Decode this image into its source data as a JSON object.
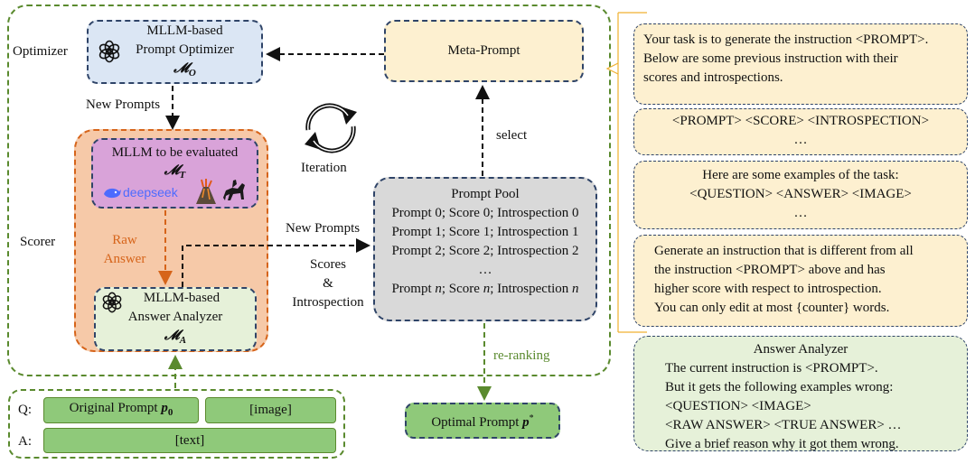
{
  "colors": {
    "green_dash": "#5a8a2e",
    "navy_dash": "#2f4468",
    "blue_fill": "#dbe6f4",
    "yellow_fill": "#fdf0d0",
    "orange_fill": "#f6c9a8",
    "orange_border": "#d6641a",
    "purple_fill": "#d9a3d9",
    "light_green_fill": "#e6f1d9",
    "gray_fill": "#d9d9d9",
    "green_fill": "#8fc97a",
    "raw_answer_text": "#d6641a",
    "reranking_text": "#5a8a2e"
  },
  "labels": {
    "optimizer": "Optimizer",
    "scorer": "Scorer",
    "new_prompts_top": "New Prompts",
    "new_prompts_mid": "New Prompts",
    "iteration": "Iteration",
    "select": "select",
    "raw_answer": [
      "Raw",
      "Answer"
    ],
    "scores_intro": [
      "Scores",
      "&",
      "Introspection"
    ],
    "reranking": "re-ranking",
    "q": "Q:",
    "a": "A:"
  },
  "optimizer_box": {
    "line1": "MLLM-based",
    "line2": "Prompt Optimizer",
    "symbol": "𝓜",
    "subscript": "O",
    "icon": "openai-icon"
  },
  "meta_prompt": {
    "label": "Meta-Prompt"
  },
  "eval_box": {
    "line1": "MLLM to be evaluated",
    "symbol": "𝓜",
    "subscript": "T",
    "logo_text": "deepseek",
    "icons": [
      "deepseek-whale-icon",
      "volcano-icon",
      "horse-rider-icon"
    ]
  },
  "analyzer_box": {
    "line1": "MLLM-based",
    "line2": "Answer Analyzer",
    "symbol": "𝓜",
    "subscript": "A",
    "icon": "openai-icon"
  },
  "prompt_pool": {
    "title": "Prompt Pool",
    "rows": [
      "Prompt 0; Score 0; Introspection 0",
      "Prompt 1; Score 1; Introspection 1",
      "Prompt 2; Score 2; Introspection 2",
      "…"
    ],
    "last_row": [
      "Prompt ",
      "n",
      "; Score ",
      "n",
      "; Introspection ",
      "n"
    ]
  },
  "input_box": {
    "original_prompt": "Original Prompt ",
    "original_prompt_sym": "p",
    "original_prompt_sub": "0",
    "image": "[image]",
    "text": "[text]"
  },
  "optimal_prompt": {
    "label": "Optimal Prompt ",
    "sym": "p",
    "sup": "*"
  },
  "right_panel": {
    "block1": [
      "Your task is to generate the instruction <PROMPT>.",
      "Below are some previous instruction with their",
      "scores and introspections."
    ],
    "block2": [
      "<PROMPT>  <SCORE>  <INTROSPECTION>",
      "…"
    ],
    "block3": [
      "Here are some examples of the task:",
      "<QUESTION> <ANSWER> <IMAGE>",
      "…"
    ],
    "block4": [
      "Generate an instruction that is different from all",
      "the instruction <PROMPT> above and has",
      "higher score with respect to introspection.",
      "You can only edit at most {counter} words."
    ],
    "analyzer": {
      "title": "Answer Analyzer",
      "lines": [
        "The current instruction is <PROMPT>.",
        "But it gets the following examples wrong:",
        "<QUESTION> <IMAGE>",
        "<RAW ANSWER> <TRUE ANSWER> …",
        "Give a brief reason why it got them wrong."
      ]
    }
  }
}
